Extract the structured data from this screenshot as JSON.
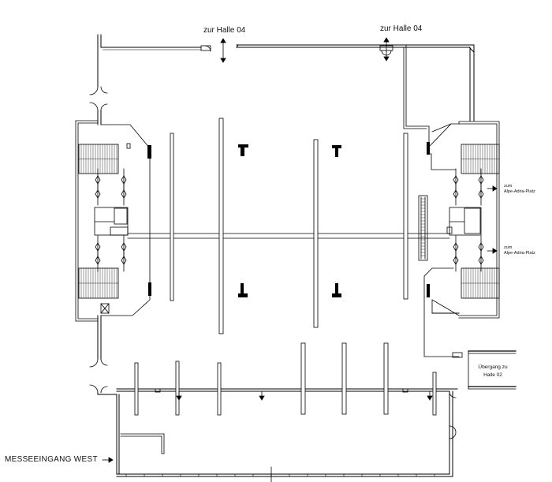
{
  "labels": {
    "hall_access_left": "zur Halle 04",
    "hall_access_right": "zur Halle 04",
    "plaza_upper": [
      "zum",
      "Alpe-Adria-Platz"
    ],
    "plaza_lower": [
      "zum",
      "Alpe-Adria-Platz"
    ],
    "transfer": [
      "Übergang zu",
      "Halle 02"
    ],
    "entrance": "MESSEEINGANG WEST"
  },
  "arrows": {
    "entrance": "→",
    "plaza_upper": "→",
    "plaza_lower": "→"
  },
  "colors": {
    "line": "#000000",
    "background": "#ffffff"
  }
}
